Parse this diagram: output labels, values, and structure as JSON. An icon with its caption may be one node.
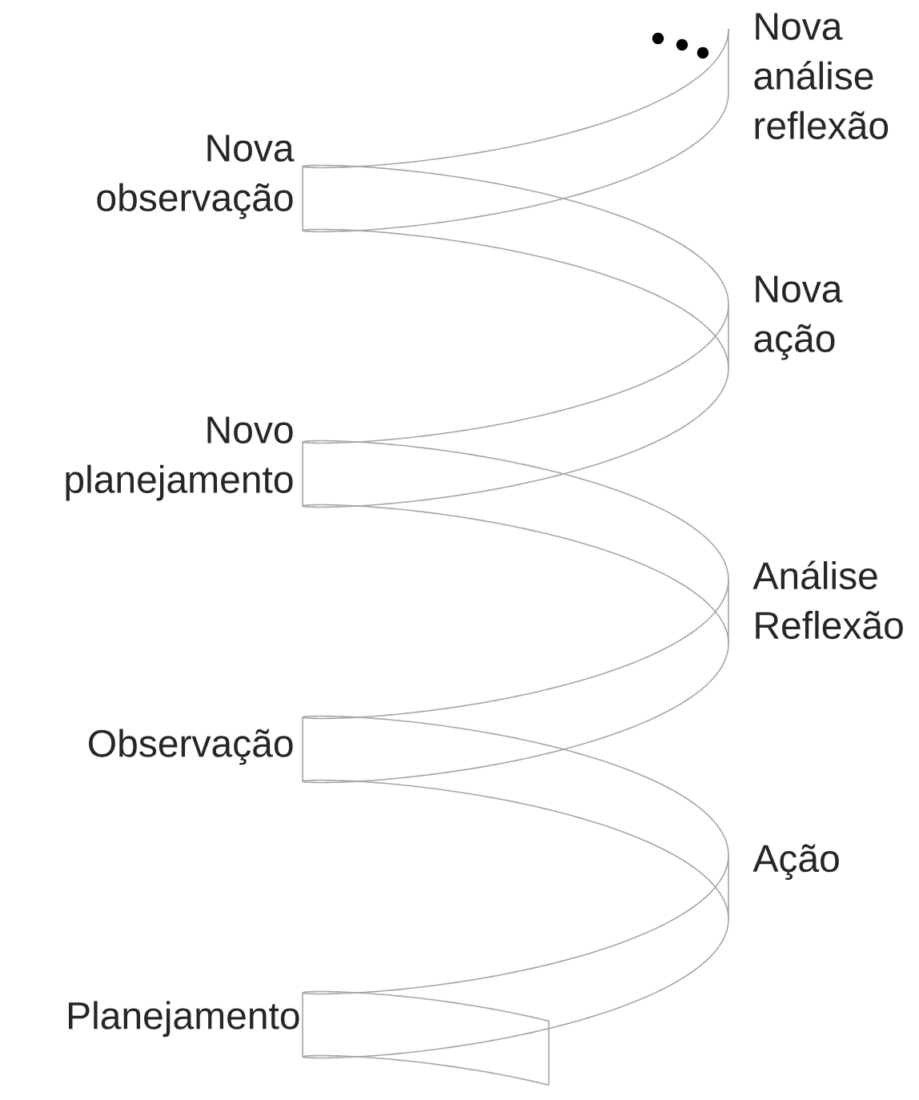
{
  "diagram": {
    "labels": [
      "Nova análise reflexão",
      "Nova observação",
      "Nova ação",
      "Novo planejamento",
      "Análise Reflexão",
      "Observação",
      "Ação",
      "Planejamento"
    ]
  }
}
